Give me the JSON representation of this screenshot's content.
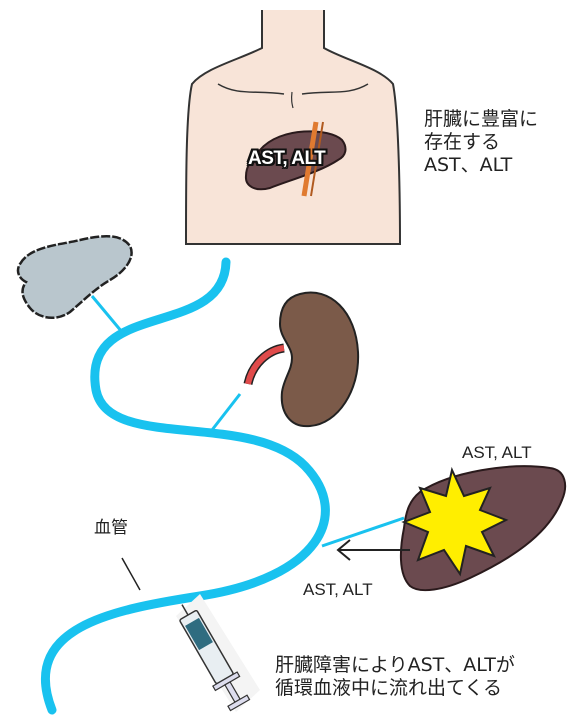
{
  "labels": {
    "liver_rich": [
      "肝臓に豊富に",
      "存在する",
      "AST、ALT"
    ],
    "liver_in_body": "AST, ALT",
    "damaged_liver_top": "AST, ALT",
    "released_arrow": "AST, ALT",
    "blood_vessel": "血管",
    "caption": [
      "肝臓障害によりAST、ALTが",
      "循環血液中に流れ出てくる"
    ]
  },
  "colors": {
    "skin": "#f8e4d8",
    "liver": "#6b4a4f",
    "vessel": "#19c2ef",
    "kidney": "#7b5a49",
    "pancreas": "#b9c6cd",
    "burst": "#ffee00",
    "artery": "#e04b4b"
  }
}
